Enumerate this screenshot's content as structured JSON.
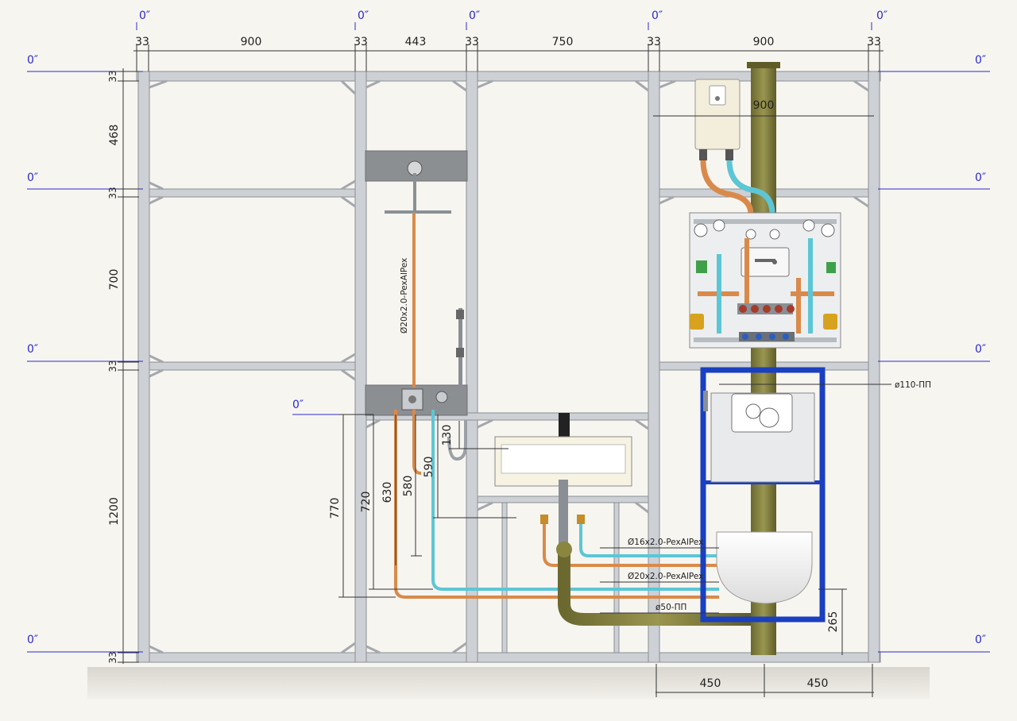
{
  "level_marks": {
    "top_columns": [
      "0″",
      "0″",
      "0″",
      "0″",
      "0″"
    ],
    "left_rows": [
      "0″",
      "0″",
      "0″",
      "0″"
    ],
    "right_rows": [
      "0″",
      "0″",
      "0″",
      "0″"
    ],
    "shower_level": "0″"
  },
  "dimensions": {
    "top": [
      "33",
      "900",
      "33",
      "443",
      "33",
      "750",
      "33",
      "900",
      "33"
    ],
    "left": [
      "33",
      "468",
      "33",
      "700",
      "33",
      "1200",
      "33"
    ],
    "shower": [
      "770",
      "720",
      "630",
      "580",
      "590",
      "130"
    ],
    "boiler_width": "900",
    "toilet_height": "265",
    "bottom": [
      "450",
      "450"
    ]
  },
  "pipe_labels": {
    "shower_riser": "Ø20x2.0-PexAlPex",
    "sewer_main": "ø110-ПП",
    "pipe_16": "Ø16x2.0-PexAlPex",
    "pipe_20": "Ø20x2.0-PexAlPex",
    "drain_50": "ø50-ПП"
  },
  "colors": {
    "frame": "#c9ccd0",
    "frame_edge": "#8a8f95",
    "hot_pipe": "#d98a4a",
    "cold_pipe": "#5cc6d6",
    "sewer_pipe": "#7d7a3a",
    "toilet_frame": "#1a3fc0",
    "level_line": "#2a2acc"
  }
}
